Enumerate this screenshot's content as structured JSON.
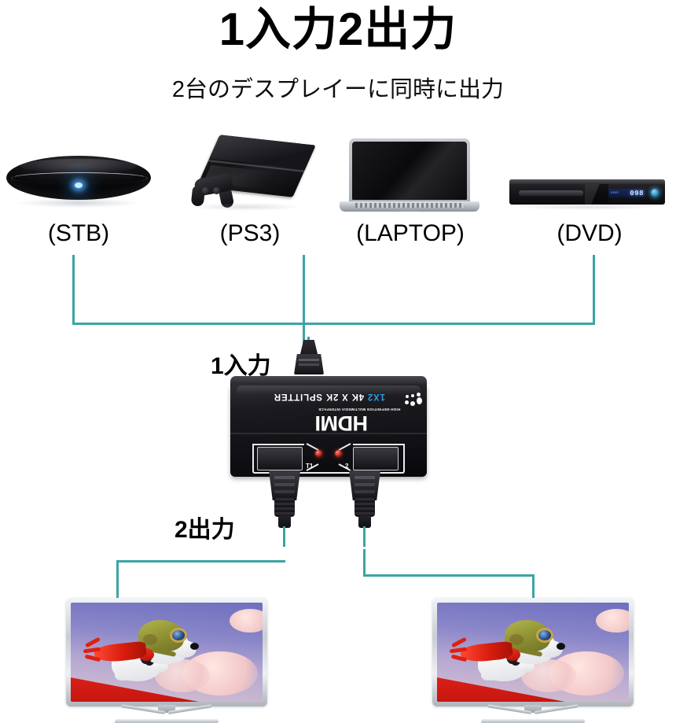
{
  "heading": {
    "title": "1入力2出力",
    "subtitle": "2台のデスプレイーに同時に出力"
  },
  "sources": [
    {
      "id": "stb",
      "caption": "(STB)",
      "icon": "set-top-box-icon"
    },
    {
      "id": "ps3",
      "caption": "(PS3)",
      "icon": "game-console-icon"
    },
    {
      "id": "laptop",
      "caption": "(LAPTOP)",
      "icon": "laptop-icon"
    },
    {
      "id": "dvd",
      "caption": "(DVD)",
      "icon": "dvd-player-icon",
      "display_value": "098",
      "display_small": "HDMI"
    }
  ],
  "labels": {
    "input": "1入力",
    "output": "2出力"
  },
  "splitter": {
    "model_prefix": "1X2",
    "model_rest": "4K X 2K SPLITTER",
    "brand": "HDMI",
    "brand_sub": "HIGH-DEFINITION MULTIMEDIA INTERFACE",
    "port_label_1": "T1",
    "port_label_2": "2"
  },
  "displays": [
    {
      "id": "tv1",
      "content": "snoopy-flying-ace"
    },
    {
      "id": "tv2",
      "content": "snoopy-flying-ace"
    }
  ],
  "colors": {
    "wire": "#3aa5a3",
    "accent_blue": "#2a9fe0",
    "led_red": "#b32216",
    "background": "#ffffff"
  }
}
